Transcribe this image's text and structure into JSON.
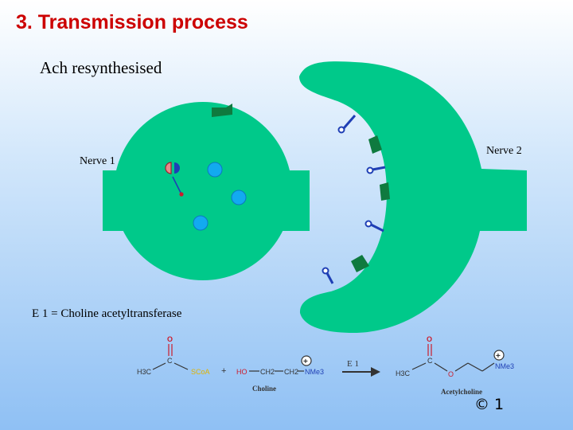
{
  "title": "3.  Transmission process",
  "subtitle": "Ach resynthesised",
  "labels": {
    "nerve1": "Nerve 1",
    "nerve2": "Nerve 2",
    "enzyme_note": "E 1 = Choline acetyltransferase"
  },
  "reaction": {
    "acetyl_coa": {
      "o": "O",
      "c": "C",
      "h3c": "H3C",
      "scoa": "SCoA"
    },
    "plus": "+",
    "choline": {
      "formula_ho": "HO",
      "formula_ch2a": "CH2",
      "formula_ch2b": "CH2",
      "formula_nme3": "NMe3",
      "charge": "+",
      "name": "Choline"
    },
    "arrow_label": "E 1",
    "acetylcholine": {
      "o_top": "O",
      "c": "C",
      "h3c": "H3C",
      "o_ester": "O",
      "nme3": "NMe3",
      "charge": "+",
      "name": "Acetylcholine"
    }
  },
  "copyright": "© 1",
  "colors": {
    "title": "#cc0000",
    "cell_fill": "#00c98a",
    "receptor": "#0f7a3f",
    "vesicle": "#12aaf0",
    "blue_stalk": "#1f3fb5",
    "scoa_text": "#e0b400",
    "red": "#cc1c2c"
  }
}
